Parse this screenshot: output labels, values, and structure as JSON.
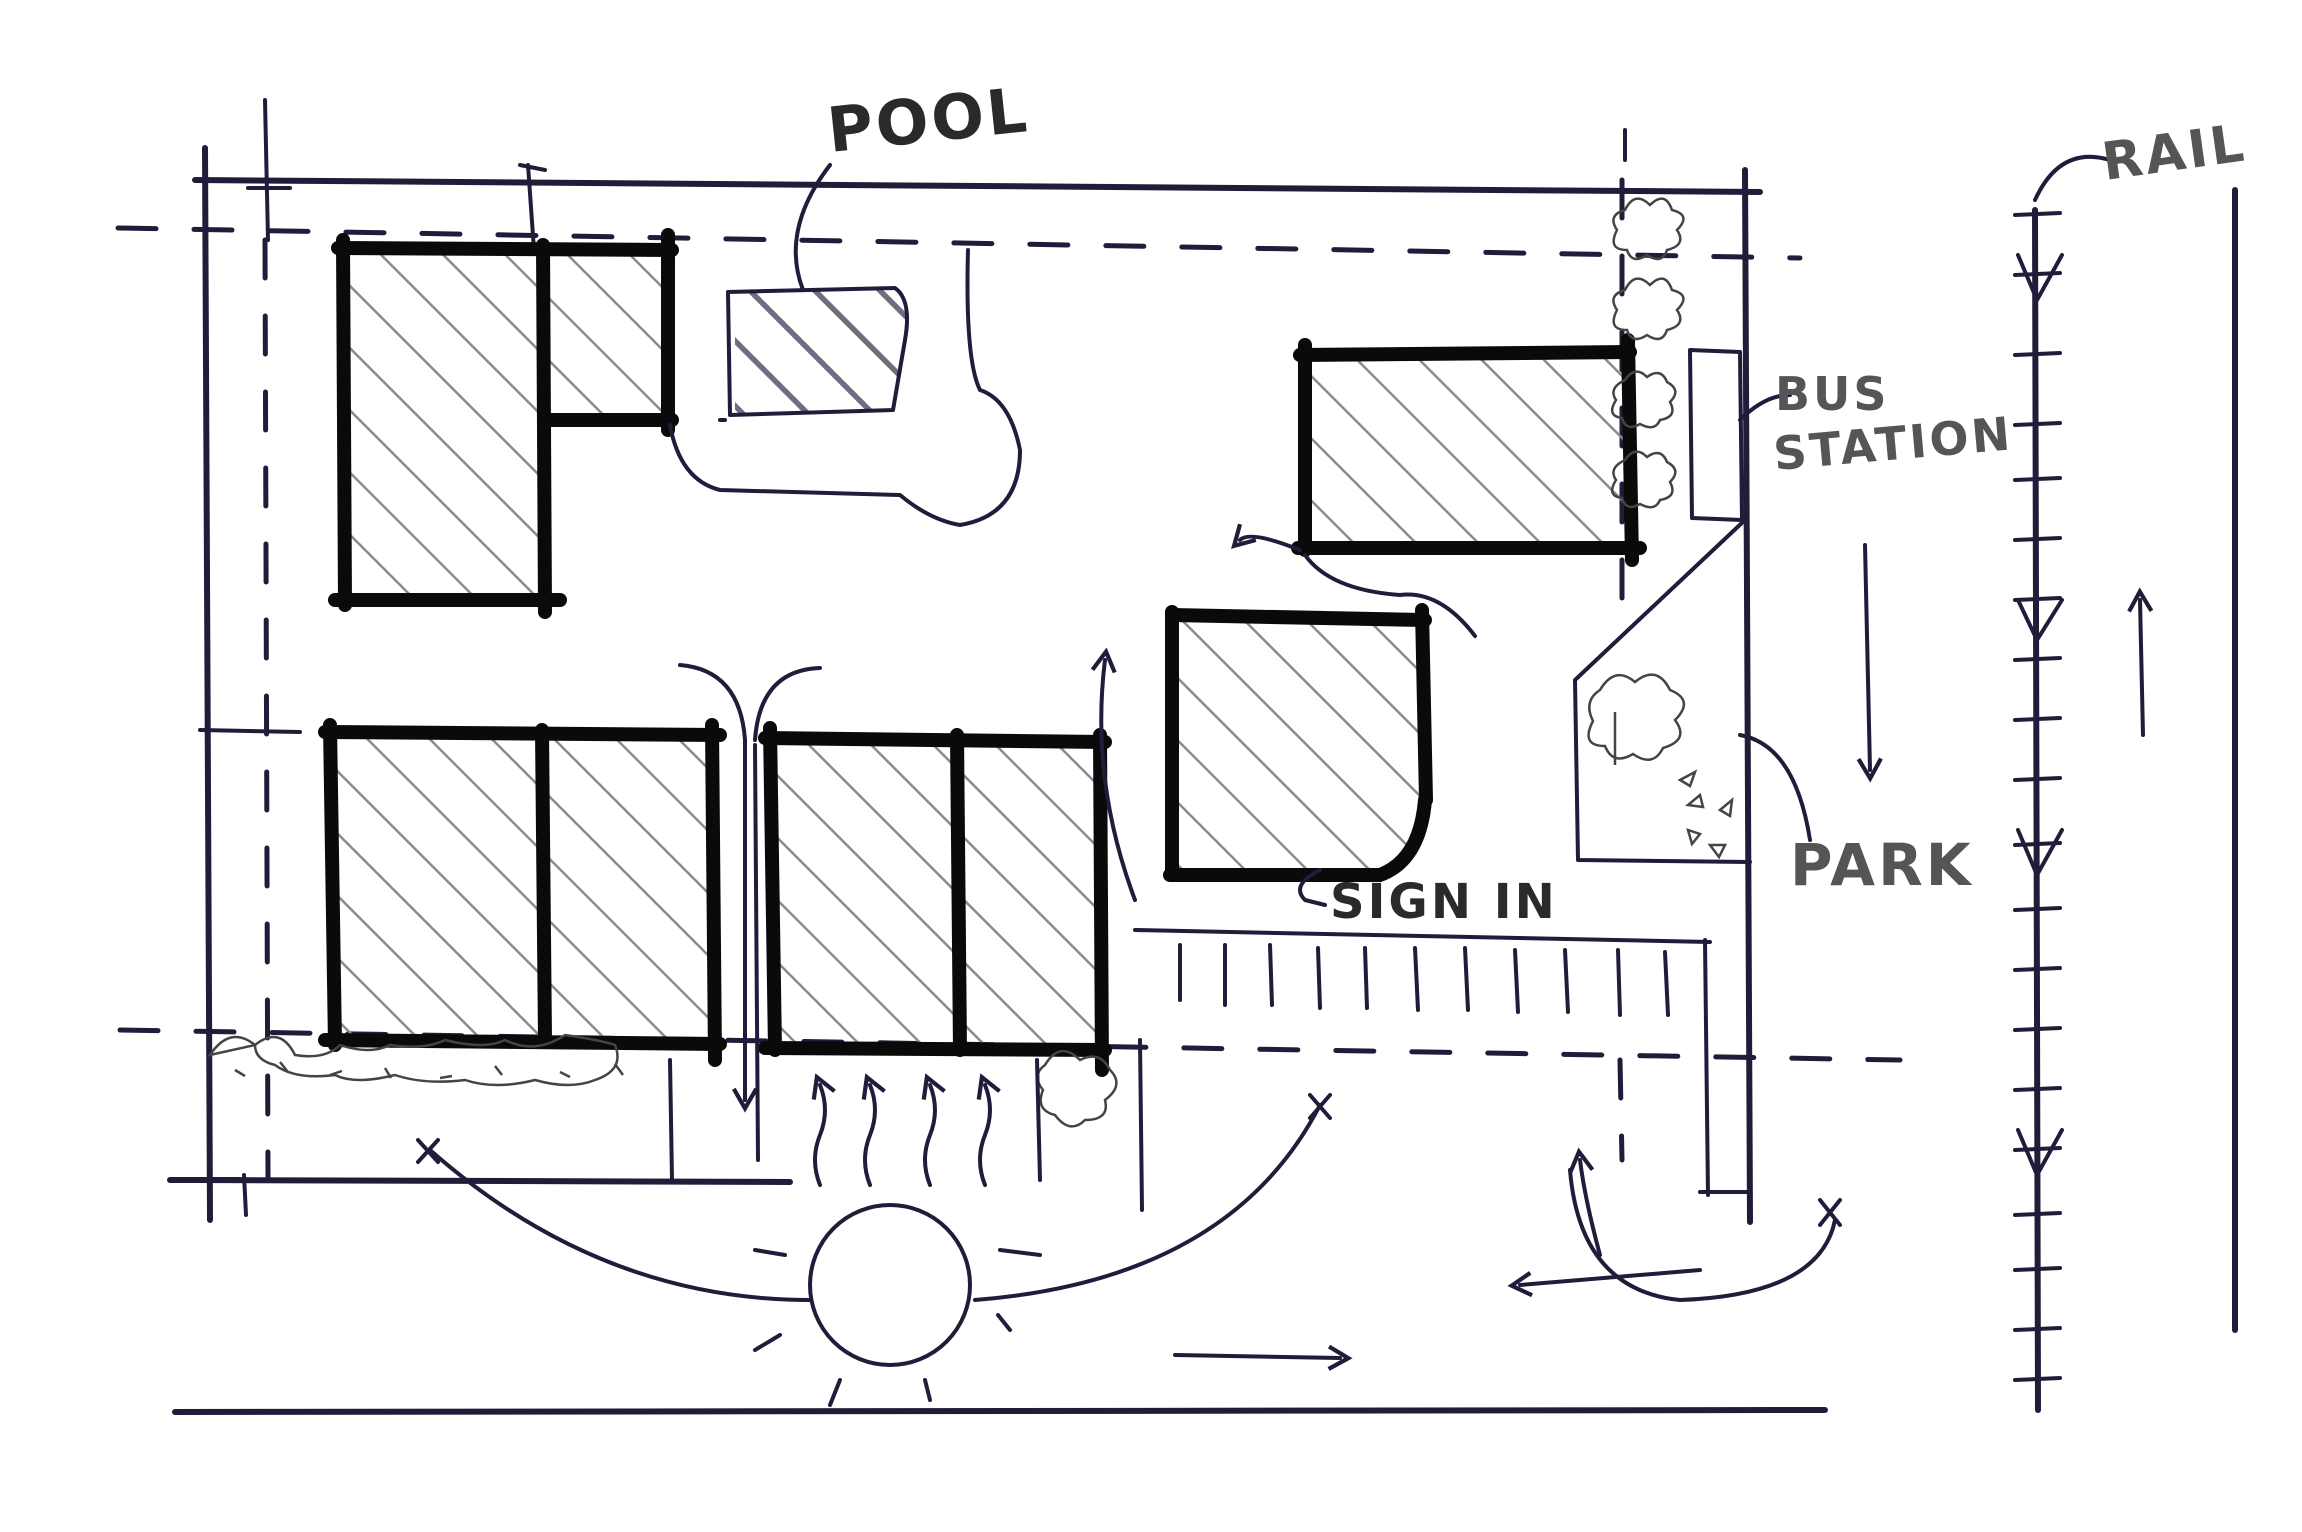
{
  "labels": {
    "pool": "POOL",
    "rail": "RAIL",
    "bus_station_line1": "BUS",
    "bus_station_line2": "STATION",
    "park": "PARK",
    "sign_in": "SIGN IN"
  },
  "colors": {
    "ink": "#1f1d3a",
    "building_outline": "#0a0a0a",
    "hatch": "#8a8a92",
    "pencil": "#555555",
    "background": "#ffffff"
  },
  "icons": {
    "sun": "sun-icon",
    "trees": "tree-icon",
    "arrows": "arrow-icon"
  }
}
